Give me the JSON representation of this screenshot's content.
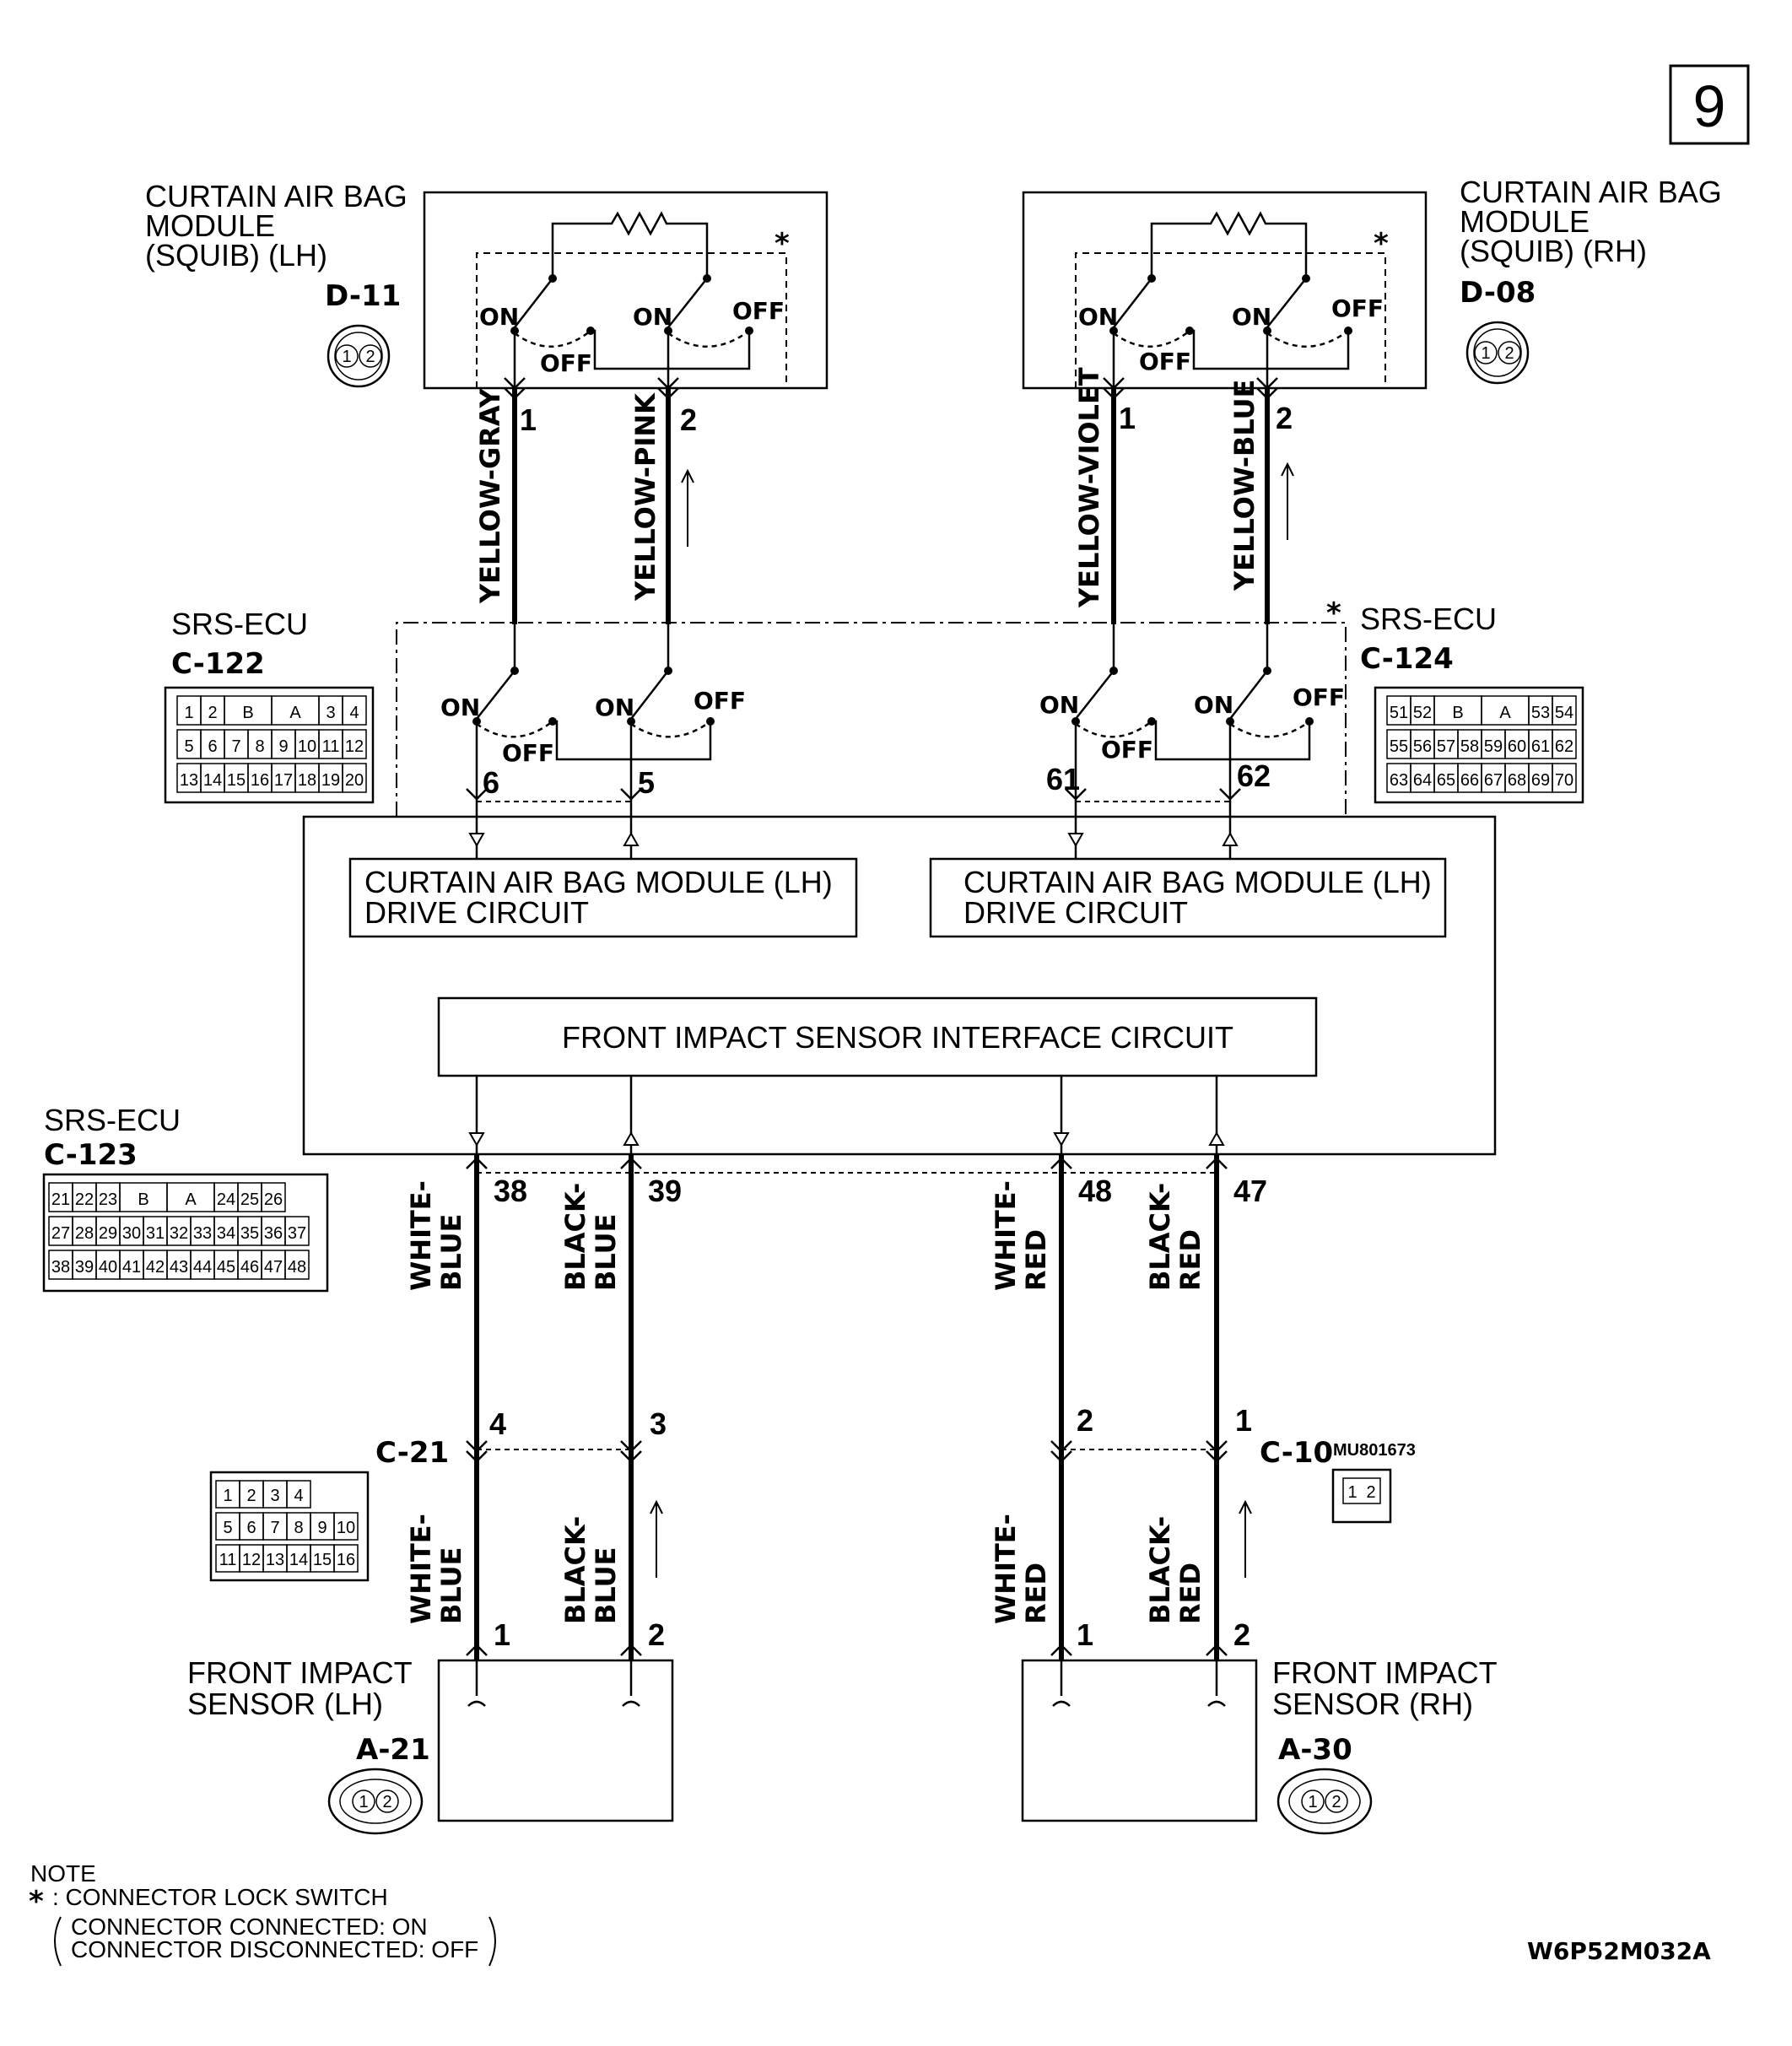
{
  "page_number": "9",
  "diagram_code": "W6P52M032A",
  "modules": {
    "curtain_lh": {
      "title": [
        "CURTAIN AIR BAG",
        "MODULE",
        "(SQUIB) (LH)"
      ],
      "connector": "D-11"
    },
    "curtain_rh": {
      "title": [
        "CURTAIN AIR BAG",
        "MODULE",
        "(SQUIB) (RH)"
      ],
      "connector": "D-08"
    },
    "srs_c122": {
      "title": "SRS-ECU",
      "connector": "C-122"
    },
    "srs_c124": {
      "title": "SRS-ECU",
      "connector": "C-124"
    },
    "srs_c123": {
      "title": "SRS-ECU",
      "connector": "C-123"
    },
    "front_lh": {
      "title": [
        "FRONT IMPACT",
        "SENSOR (LH)"
      ],
      "connector": "A-21"
    },
    "front_rh": {
      "title": [
        "FRONT IMPACT",
        "SENSOR (RH)"
      ],
      "connector": "A-30"
    }
  },
  "junctions": {
    "c21": "C-21",
    "c10": "C-10",
    "c10_part": "MU801673"
  },
  "circuits": {
    "drive_lh_line1": "CURTAIN AIR BAG MODULE (LH)",
    "drive_lh_line2": "DRIVE CIRCUIT",
    "drive_rh_line1": "CURTAIN AIR BAG MODULE (LH)",
    "drive_rh_line2": "DRIVE CIRCUIT",
    "interface": "FRONT IMPACT SENSOR INTERFACE CIRCUIT"
  },
  "switch_labels": {
    "on": "ON",
    "off": "OFF",
    "star": "*"
  },
  "wires": {
    "yellow_gray": "YELLOW-GRAY",
    "yellow_pink": "YELLOW-PINK",
    "yellow_violet": "YELLOW-VIOLET",
    "yellow_blue": "YELLOW-BLUE",
    "white_blue": [
      "WHITE-",
      "BLUE"
    ],
    "black_blue": [
      "BLACK-",
      "BLUE"
    ],
    "white_red": [
      "WHITE-",
      "RED"
    ],
    "black_red": [
      "BLACK-",
      "RED"
    ]
  },
  "pins": {
    "d11_1": "1",
    "d11_2": "2",
    "d08_1": "1",
    "d08_2": "2",
    "ecu_6": "6",
    "ecu_5": "5",
    "ecu_61": "61",
    "ecu_62": "62",
    "ecu_38": "38",
    "ecu_39": "39",
    "ecu_48": "48",
    "ecu_47": "47",
    "c21_4": "4",
    "c21_3": "3",
    "c10_2": "2",
    "c10_1": "1",
    "a21_1": "1",
    "a21_2": "2",
    "a30_1": "1",
    "a30_2": "2"
  },
  "connector_faces": {
    "c122": [
      [
        "1",
        "2",
        "B",
        "A",
        "3",
        "4"
      ],
      [
        "5",
        "6",
        "7",
        "8",
        "9",
        "10",
        "11",
        "12"
      ],
      [
        "13",
        "14",
        "15",
        "16",
        "17",
        "18",
        "19",
        "20"
      ]
    ],
    "c124": [
      [
        "51",
        "52",
        "B",
        "A",
        "53",
        "54"
      ],
      [
        "55",
        "56",
        "57",
        "58",
        "59",
        "60",
        "61",
        "62"
      ],
      [
        "63",
        "64",
        "65",
        "66",
        "67",
        "68",
        "69",
        "70"
      ]
    ],
    "c123": [
      [
        "21",
        "22",
        "23",
        "B",
        "A",
        "24",
        "25",
        "26"
      ],
      [
        "27",
        "28",
        "29",
        "30",
        "31",
        "32",
        "33",
        "34",
        "35",
        "36",
        "37"
      ],
      [
        "38",
        "39",
        "40",
        "41",
        "42",
        "43",
        "44",
        "45",
        "46",
        "47",
        "48"
      ]
    ],
    "c21": [
      [
        "1",
        "2",
        "3",
        "4"
      ],
      [
        "5",
        "6",
        "7",
        "8",
        "9",
        "10"
      ],
      [
        "11",
        "12",
        "13",
        "14",
        "15",
        "16"
      ]
    ],
    "c10": [
      "1",
      "2"
    ],
    "two_pin": [
      "1",
      "2"
    ]
  },
  "note": {
    "heading": "NOTE",
    "star": "*",
    "line1": ": CONNECTOR LOCK SWITCH",
    "line2": "CONNECTOR CONNECTED: ON",
    "line3": "CONNECTOR DISCONNECTED: OFF"
  }
}
